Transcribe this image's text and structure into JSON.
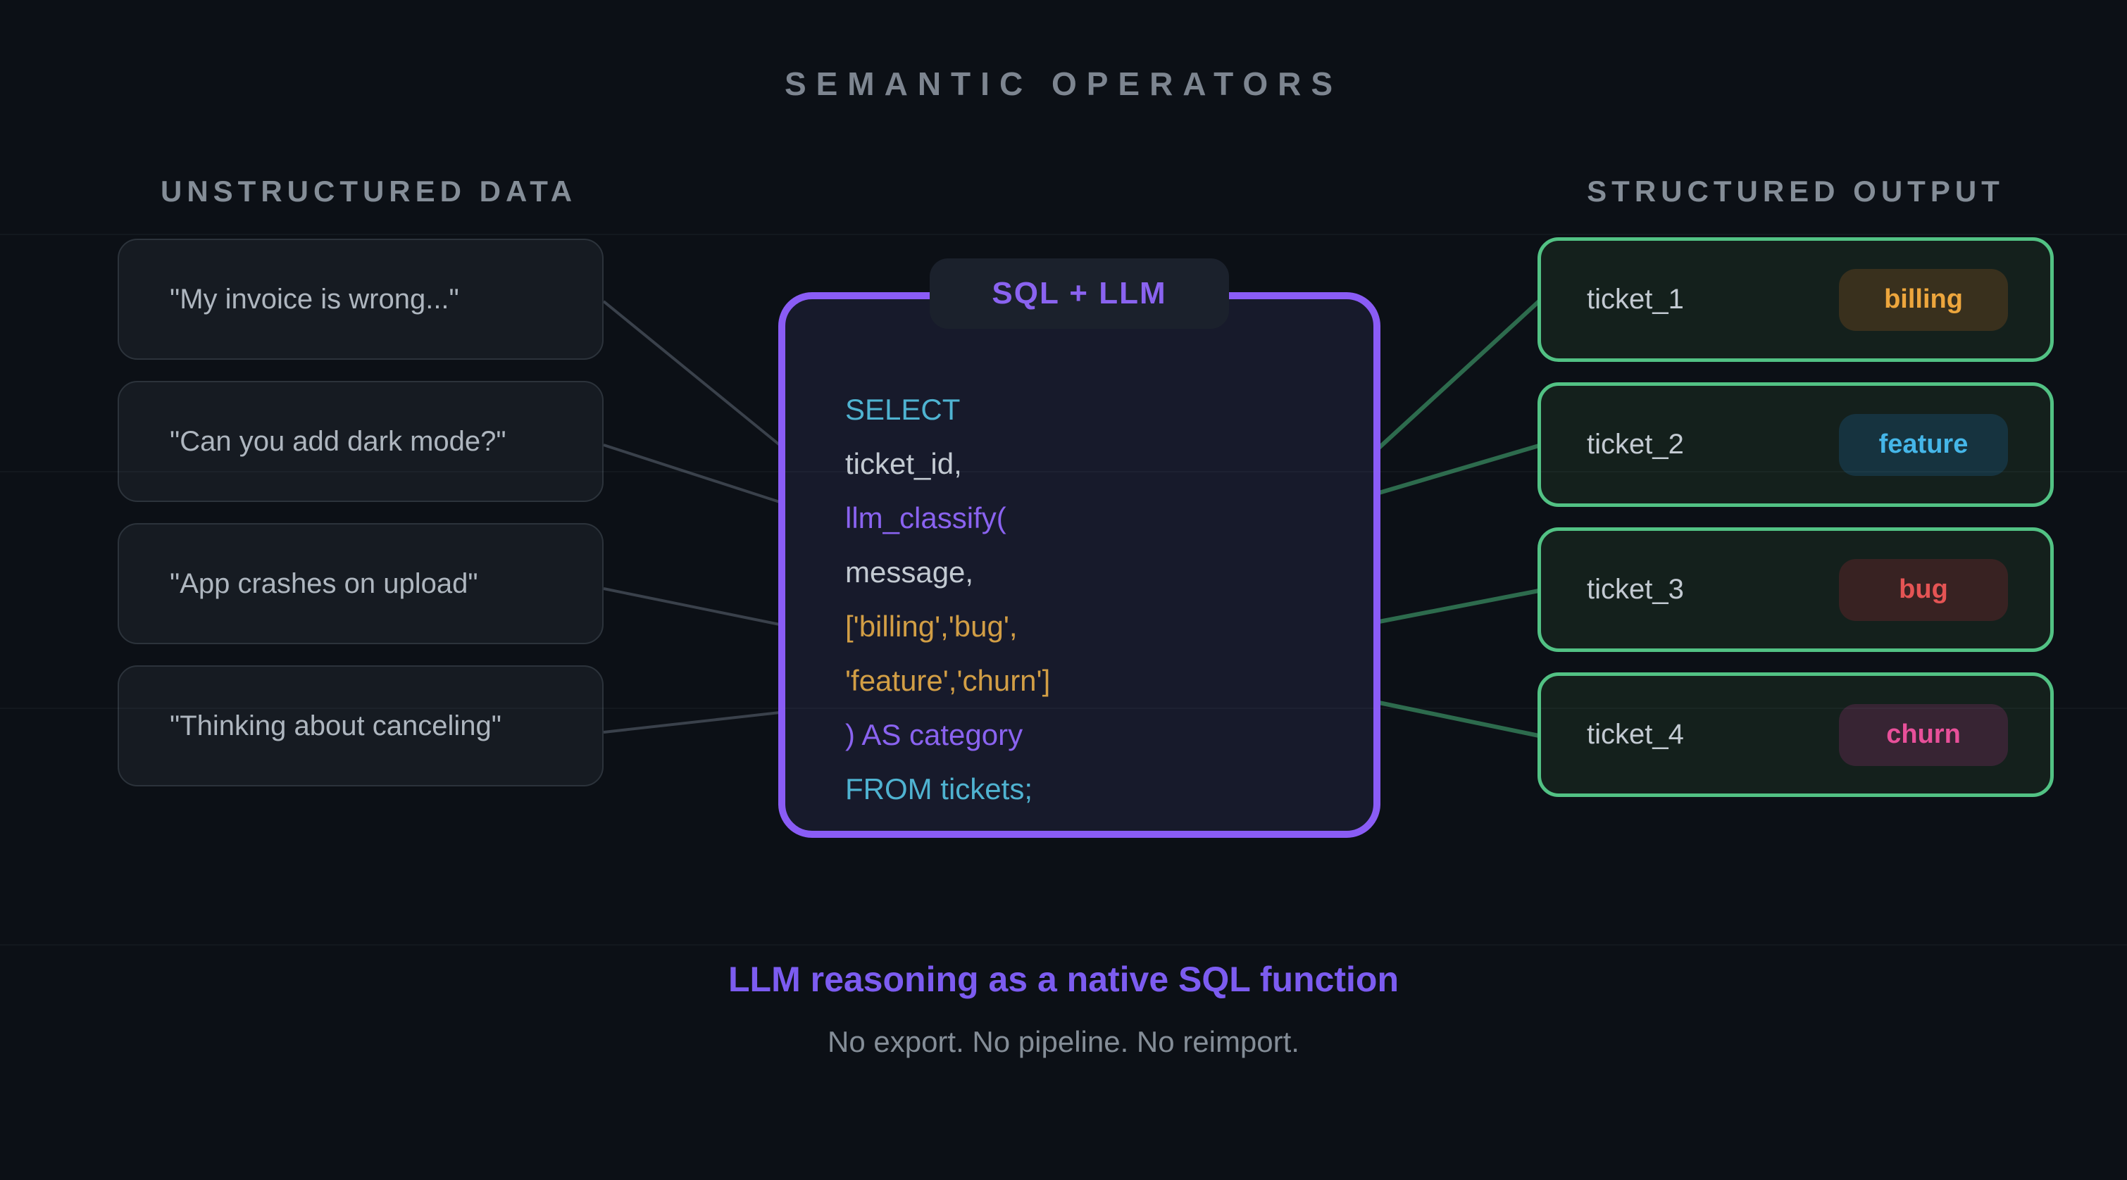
{
  "title": "SEMANTIC OPERATORS",
  "left_column": {
    "header": "UNSTRUCTURED DATA",
    "cards": [
      {
        "text": "\"My invoice is wrong...\""
      },
      {
        "text": "\"Can you add dark mode?\""
      },
      {
        "text": "\"App crashes on upload\""
      },
      {
        "text": "\"Thinking about canceling\""
      }
    ]
  },
  "center": {
    "badge": "SQL + LLM",
    "code_lines": [
      {
        "text": "SELECT",
        "color": "#4fb3d1"
      },
      {
        "text": "ticket_id,",
        "color": "#c3cad2"
      },
      {
        "text": "llm_classify(",
        "color": "#8a63f0"
      },
      {
        "text": "message,",
        "color": "#c3cad2"
      },
      {
        "text": "['billing','bug',",
        "color": "#d29e45"
      },
      {
        "text": "'feature','churn']",
        "color": "#d29e45"
      },
      {
        "text": ") AS category",
        "color": "#8a63f0"
      },
      {
        "text": "FROM tickets;",
        "color": "#4fb3d1"
      }
    ]
  },
  "right_column": {
    "header": "STRUCTURED OUTPUT",
    "tickets": [
      {
        "id": "ticket_1",
        "category": "billing",
        "badge_color": "#eda63d",
        "badge_bg": "#39301d"
      },
      {
        "id": "ticket_2",
        "category": "feature",
        "badge_color": "#45b6e8",
        "badge_bg": "#16333f"
      },
      {
        "id": "ticket_3",
        "category": "bug",
        "badge_color": "#e45454",
        "badge_bg": "#382222"
      },
      {
        "id": "ticket_4",
        "category": "churn",
        "badge_color": "#e8509a",
        "badge_bg": "#372433"
      }
    ]
  },
  "footer": {
    "heading": "LLM reasoning as a native SQL function",
    "subheading": "No export. No pipeline. No reimport."
  },
  "colors": {
    "accent_purple": "#8a5cf5",
    "accent_green": "#52c284",
    "connector_gray": "#3a414b",
    "connector_green": "#2d6b4d"
  }
}
